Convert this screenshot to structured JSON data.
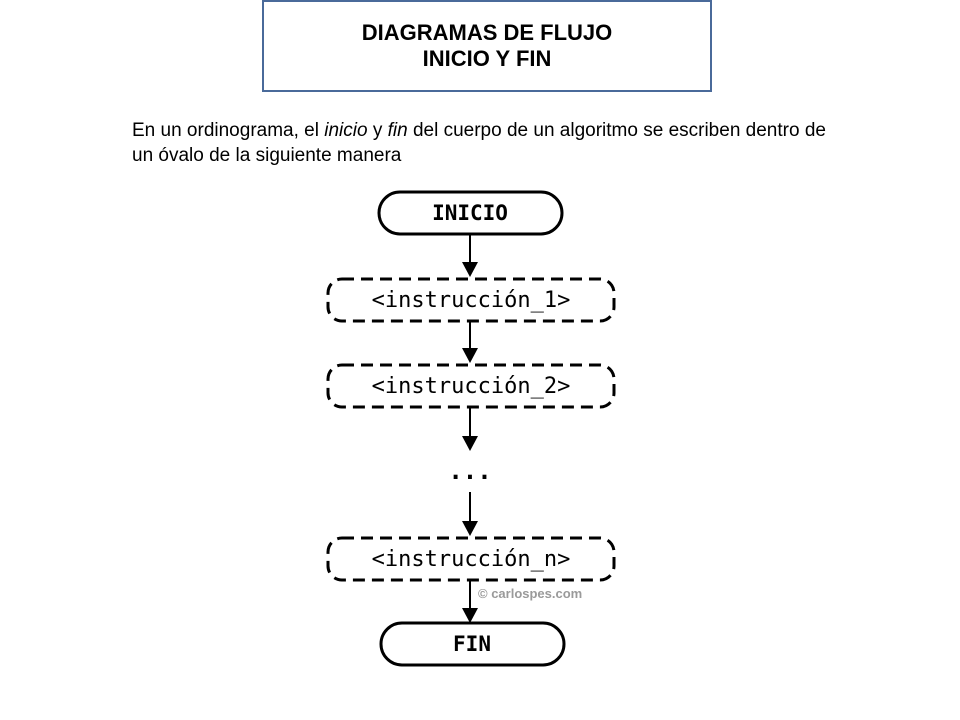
{
  "title": {
    "line1": "DIAGRAMAS DE FLUJO",
    "line2": "INICIO Y FIN"
  },
  "intro": {
    "part1": "En un ordinograma, el ",
    "inicio": "inicio",
    "part2": " y ",
    "fin": "fin",
    "part3": " del cuerpo de un algoritmo se escriben dentro de un óvalo de la siguiente manera"
  },
  "diagram": {
    "start_label": "INICIO",
    "instruction_1": "<instrucción_1>",
    "instruction_2": "<instrucción_2>",
    "ellipsis": "...",
    "instruction_n": "<instrucción_n>",
    "end_label": "FIN",
    "watermark": "© carlospes.com"
  }
}
